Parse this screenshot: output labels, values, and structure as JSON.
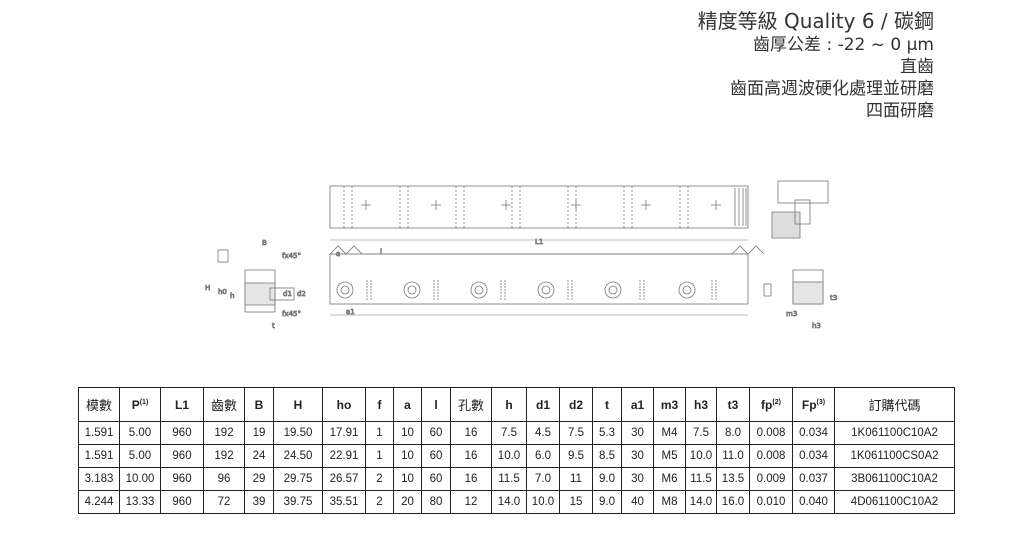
{
  "header": {
    "line1": "精度等級 Quality 6  /  碳鋼",
    "line2": "齒厚公差 : -22 ~ 0 µm",
    "line3": "直齒",
    "line4": "齒面高週波硬化處理並研磨",
    "line5": "四面研磨"
  },
  "drawing": {
    "labels": {
      "B": "B",
      "f45a": "fx45°",
      "f45b": "fx45°",
      "H": "H",
      "ho": "h0",
      "h": "h",
      "d1": "d1",
      "d2": "d2",
      "t": "t",
      "a": "a",
      "l": "l",
      "L1": "L1",
      "a1": "a1",
      "m3": "m3",
      "h3": "h3",
      "t3": "t3"
    }
  },
  "table": {
    "headers": [
      {
        "t": "模數",
        "cn": true
      },
      {
        "t": "P",
        "sup": "(1)"
      },
      {
        "t": "L1"
      },
      {
        "t": "齒數",
        "cn": true
      },
      {
        "t": "B"
      },
      {
        "t": "H"
      },
      {
        "t": "ho"
      },
      {
        "t": "f"
      },
      {
        "t": "a"
      },
      {
        "t": "l"
      },
      {
        "t": "孔數",
        "cn": true
      },
      {
        "t": "h"
      },
      {
        "t": "d1"
      },
      {
        "t": "d2"
      },
      {
        "t": "t"
      },
      {
        "t": "a1"
      },
      {
        "t": "m3"
      },
      {
        "t": "h3"
      },
      {
        "t": "t3"
      },
      {
        "t": "fp",
        "sup": "(2)"
      },
      {
        "t": "Fp",
        "sup": "(3)"
      },
      {
        "t": "訂購代碼",
        "cn": true
      }
    ],
    "widths": [
      40,
      40,
      42,
      40,
      28,
      48,
      42,
      27,
      27,
      28,
      40,
      34,
      32,
      32,
      28,
      31,
      31,
      30,
      32,
      42,
      41,
      119
    ],
    "rows": [
      [
        "1.591",
        "5.00",
        "960",
        "192",
        "19",
        "19.50",
        "17.91",
        "1",
        "10",
        "60",
        "16",
        "7.5",
        "4.5",
        "7.5",
        "5.3",
        "30",
        "M4",
        "7.5",
        "8.0",
        "0.008",
        "0.034",
        "1K061100C10A2"
      ],
      [
        "1.591",
        "5.00",
        "960",
        "192",
        "24",
        "24.50",
        "22.91",
        "1",
        "10",
        "60",
        "16",
        "10.0",
        "6.0",
        "9.5",
        "8.5",
        "30",
        "M5",
        "10.0",
        "11.0",
        "0.008",
        "0.034",
        "1K061100CS0A2"
      ],
      [
        "3.183",
        "10.00",
        "960",
        "96",
        "29",
        "29.75",
        "26.57",
        "2",
        "10",
        "60",
        "16",
        "11.5",
        "7.0",
        "11",
        "9.0",
        "30",
        "M6",
        "11.5",
        "13.5",
        "0.009",
        "0.037",
        "3B061100C10A2"
      ],
      [
        "4.244",
        "13.33",
        "960",
        "72",
        "39",
        "39.75",
        "35.51",
        "2",
        "20",
        "80",
        "12",
        "14.0",
        "10.0",
        "15",
        "9.0",
        "40",
        "M8",
        "14.0",
        "16.0",
        "0.010",
        "0.040",
        "4D061100C10A2"
      ]
    ]
  }
}
